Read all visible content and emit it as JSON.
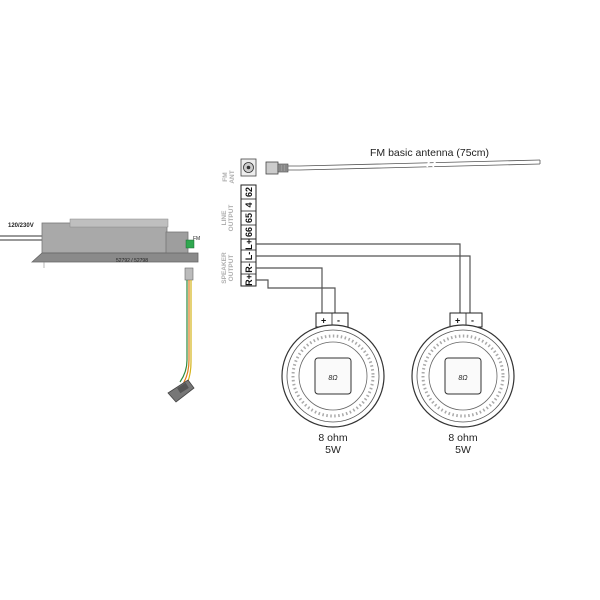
{
  "power_label": "120/230V",
  "module_model": "52792 / 52798",
  "module_fm_label": "FM",
  "fm_ant_label": [
    "FM",
    "ANT"
  ],
  "line_output_label": [
    "LINE",
    "OUTPUT"
  ],
  "speaker_output_label": [
    "SPEAKER",
    "OUTPUT"
  ],
  "line_terminals": [
    "62",
    "4",
    "65",
    "66"
  ],
  "speaker_terminals": [
    "L+",
    "L-",
    "R-",
    "R+"
  ],
  "antenna_label": "FM basic antenna (75cm)",
  "speakers": [
    {
      "plus": "+",
      "minus": "-",
      "center": "8Ω",
      "impedance": "8 ohm",
      "power": "5W"
    },
    {
      "plus": "+",
      "minus": "-",
      "center": "8Ω",
      "impedance": "8 ohm",
      "power": "5W"
    }
  ]
}
